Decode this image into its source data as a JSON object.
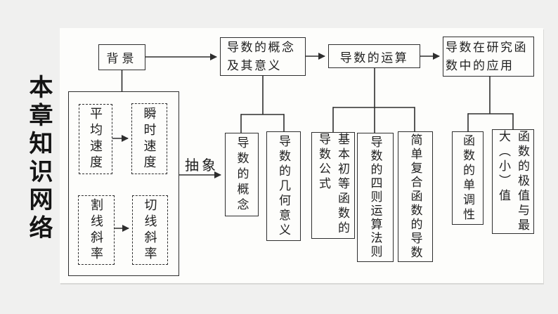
{
  "colors": {
    "page_bg": "#f0f0ef",
    "panel_bg": "#fdfdfb",
    "ink": "#2e2e2e"
  },
  "sidebar_title": "本章知识网络",
  "diagram": {
    "background": "背景",
    "concept_and_meaning": "导数的概念及其意义",
    "operations": "导数的运算",
    "applications": "导数在研究函数中的应用",
    "average_velocity": "平均速度",
    "instantaneous_velocity": "瞬时速度",
    "secant_slope": "割线斜率",
    "tangent_slope": "切线斜率",
    "abstract": "抽象",
    "derivative_concept": "导数的概念",
    "geometric_meaning": "导数的几何意义",
    "basic_elementary_formulas": "基本初等函数的导数公式",
    "four_operations_rules": "导数的四则运算法则",
    "composite_derivatives": "简单复合函数的导数",
    "monotonicity": "函数的单调性",
    "extrema_max_min": "函数的极值与最大（小）值"
  }
}
